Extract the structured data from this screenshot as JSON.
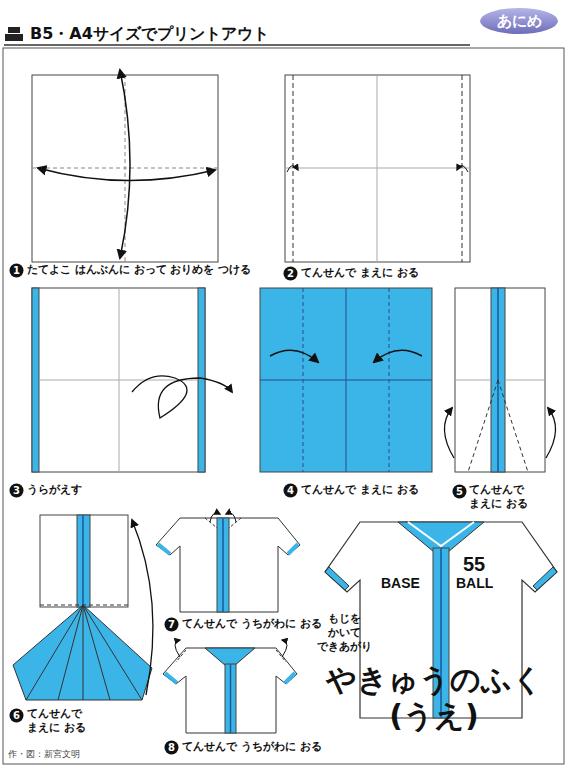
{
  "diagram": {
    "title": "やきゅうのふく (うえ)",
    "nodes": [
      {
        "text": [
          "あにめ"
        ]
      },
      {
        "text": [
          "1"
        ]
      },
      {
        "text": [
          "2"
        ]
      },
      {
        "text": [
          "3"
        ]
      },
      {
        "text": [
          "4"
        ]
      },
      {
        "text": [
          "5"
        ]
      },
      {
        "text": [
          "6"
        ]
      },
      {
        "text": [
          "7"
        ]
      },
      {
        "text": [
          "8"
        ]
      }
    ],
    "labels": [
      "B5・A4サイズでプリントアウト",
      "たてよこ はんぶんに おって おりめを つける",
      "てんせんで まえに おる",
      "うらがえす",
      "てんせんで まえに おる",
      "てんせんで まえに おる",
      "てんせんで まえに おる",
      "てんせんで うちがわに おる",
      "てんせんで うちがわに おる",
      "55",
      "BASE",
      "BALL",
      "もじを かいて できあがり",
      "作・図：新宮文明"
    ]
  }
}
